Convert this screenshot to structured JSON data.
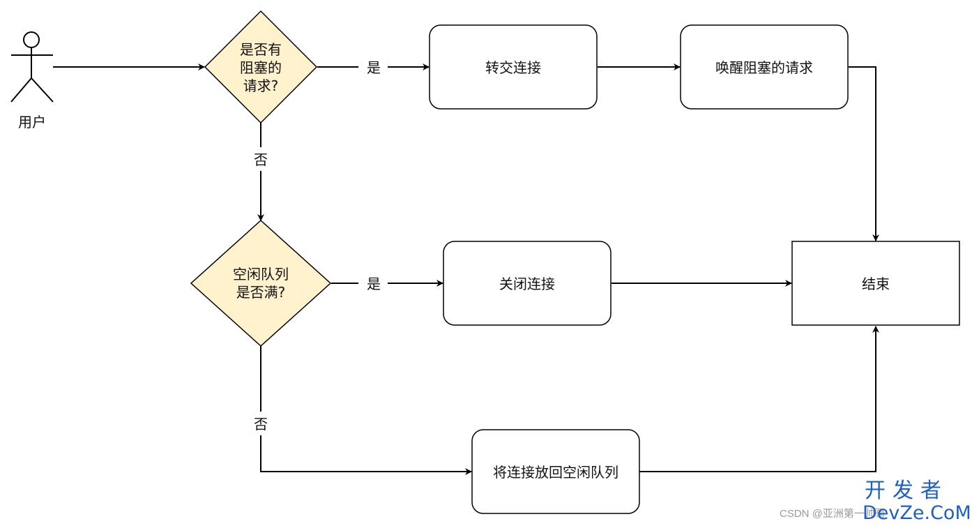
{
  "actor": {
    "label": "用户"
  },
  "nodes": {
    "decision_blocked": {
      "lines": [
        "是否有",
        "阻塞的",
        "请求?"
      ]
    },
    "transfer": {
      "label": "转交连接"
    },
    "wake": {
      "label": "唤醒阻塞的请求"
    },
    "decision_full": {
      "lines": [
        "空闲队列",
        "是否满?"
      ]
    },
    "close": {
      "label": "关闭连接"
    },
    "end": {
      "label": "结束"
    },
    "return": {
      "label": "将连接放回空闲队列"
    }
  },
  "edge_labels": {
    "blocked_yes": "是",
    "blocked_no": "否",
    "full_yes": "是",
    "full_no": "否"
  },
  "watermark": {
    "csdn": "CSDN @亚洲第一帅哥",
    "brand_cn": "开发者",
    "brand_en": "DevZe.CoM"
  },
  "colors": {
    "decision_fill": "#fff2cc",
    "stroke": "#000000",
    "watermark_blue": "#1f5fc4"
  }
}
